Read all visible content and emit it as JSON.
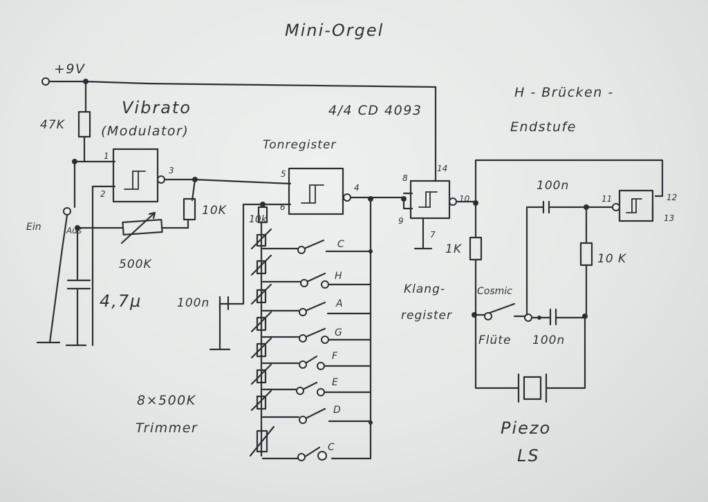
{
  "title": "Mini-Orgel",
  "supply": "+9V",
  "ic": "4/4 CD 4093",
  "vibrato": {
    "line1": "Vibrato",
    "line2": "(Modulator)"
  },
  "components": {
    "r47k": "47K",
    "r10k_a": "10K",
    "pot500k": "500K",
    "cap47": "4,7μ",
    "r10k_b": "10k",
    "cap100n_a": "100n",
    "r1k": "1K",
    "cap100n_b": "100n",
    "r10k_c": "10 K",
    "cap100n_c": "100n"
  },
  "switch": {
    "on": "Ein",
    "off": "Aus"
  },
  "tone_register": "Tonregister",
  "notes": [
    "C",
    "H",
    "A",
    "G",
    "F",
    "E",
    "D",
    "C"
  ],
  "trimmer": {
    "line1": "8×500K",
    "line2": "Trimmer"
  },
  "klang": {
    "line1": "Klang-",
    "line2": "register",
    "cosmic": "Cosmic",
    "flute": "Flüte"
  },
  "bridge": {
    "line1": "H - Brücken -",
    "line2": "Endstufe"
  },
  "speaker": {
    "line1": "Piezo",
    "line2": "LS"
  },
  "pins": {
    "p1": "1",
    "p2": "2",
    "p3": "3",
    "p4": "4",
    "p5": "5",
    "p6": "6",
    "p7": "7",
    "p8": "8",
    "p9": "9",
    "p10": "10",
    "p11": "11",
    "p12": "12",
    "p13": "13",
    "p14": "14"
  }
}
